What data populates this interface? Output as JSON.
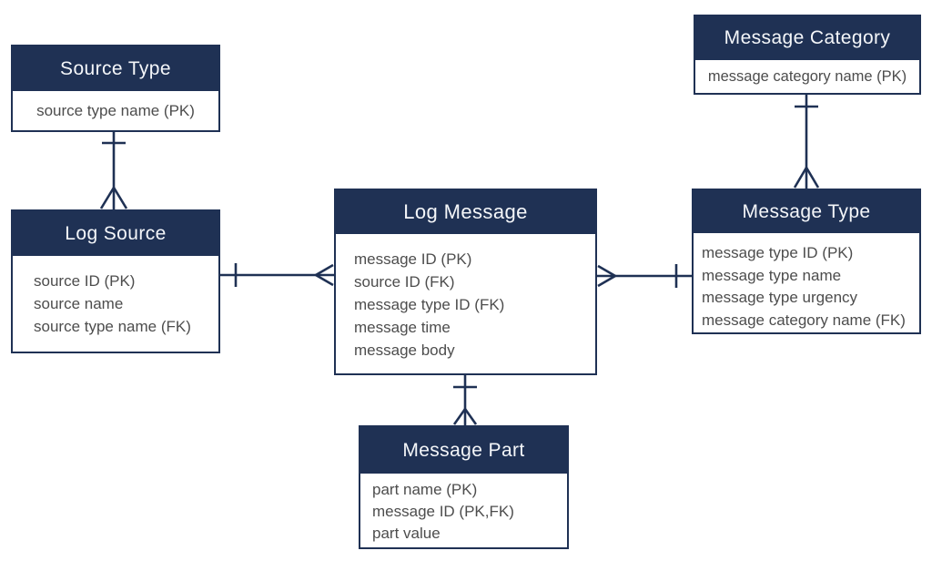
{
  "diagram": {
    "type": "entity-relationship-diagram",
    "notation": "crow's foot",
    "colors": {
      "header_background": "#1f3154",
      "header_text": "#f4f6f9",
      "border": "#1f3154",
      "connector": "#1f3154",
      "attribute_text": "#4d4d4d",
      "background": "#ffffff"
    },
    "entities": [
      {
        "id": "source-type",
        "title": "Source Type",
        "attributes": [
          "source type name (PK)"
        ]
      },
      {
        "id": "log-source",
        "title": "Log Source",
        "attributes": [
          "source ID (PK)",
          "source name",
          "source type name (FK)"
        ]
      },
      {
        "id": "log-message",
        "title": "Log Message",
        "attributes": [
          "message ID (PK)",
          "source ID (FK)",
          "message type ID (FK)",
          "message time",
          "message body"
        ]
      },
      {
        "id": "message-category",
        "title": "Message Category",
        "attributes": [
          "message category name (PK)"
        ]
      },
      {
        "id": "message-type",
        "title": "Message Type",
        "attributes": [
          "message type ID (PK)",
          "message type name",
          "message type urgency",
          "message category name (FK)"
        ]
      },
      {
        "id": "message-part",
        "title": "Message Part",
        "attributes": [
          "part name (PK)",
          "message ID (PK,FK)",
          "part value"
        ]
      }
    ],
    "relationships": [
      {
        "parent": "Source Type",
        "child": "Log Source",
        "parent_end": "one",
        "child_end": "many"
      },
      {
        "parent": "Log Source",
        "child": "Log Message",
        "parent_end": "one",
        "child_end": "many"
      },
      {
        "parent": "Message Type",
        "child": "Log Message",
        "parent_end": "one",
        "child_end": "many"
      },
      {
        "parent": "Message Category",
        "child": "Message Type",
        "parent_end": "one",
        "child_end": "many"
      },
      {
        "parent": "Log Message",
        "child": "Message Part",
        "parent_end": "one",
        "child_end": "many"
      }
    ]
  }
}
